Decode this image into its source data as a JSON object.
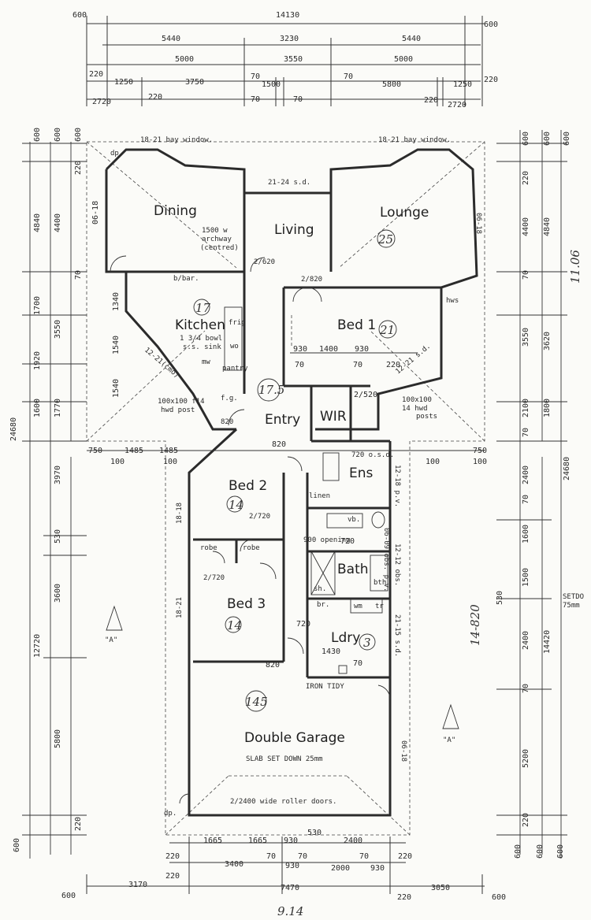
{
  "rooms": {
    "dining": "Dining",
    "living": "Living",
    "lounge": "Lounge",
    "kitchen": "Kitchen",
    "bed1": "Bed 1",
    "entry": "Entry",
    "wir": "WIR",
    "bed2": "Bed 2",
    "ens": "Ens",
    "bath": "Bath",
    "bed3": "Bed 3",
    "ldry": "Ldry",
    "garage": "Double Garage"
  },
  "area_marks": {
    "lounge": "25",
    "kitchen": "17",
    "bed1": "21",
    "entry": "17.5",
    "bed2": "14",
    "bed3": "14",
    "ldry": "3",
    "garage": "145"
  },
  "notes": {
    "bay_window_left": "18-21 bay window.",
    "bay_window_right": "18-21 bay window.",
    "living_door": "21-24 s.d.",
    "archway_1": "1500 w",
    "archway_2": "archway",
    "archway_3": "(centred)",
    "door_2_620": "2/620",
    "door_2_820": "2/820",
    "bbar": "b/bar.",
    "sink_1": "1 3/4 bowl",
    "sink_2": "s.s. sink",
    "frig": "frig",
    "wo": "wo",
    "mw": "mw",
    "pantry": "pantry",
    "kitchen_window": "12-21(cmo)",
    "post_left_1": "100x100 f14",
    "post_left_2": "hwd post",
    "post_right_1": "100x100",
    "post_right_2": "14 hwd",
    "post_right_3": "posts",
    "fg": "f.g.",
    "d820_entry": "820",
    "hws": "hws",
    "bed1_window": "12-21 s.d.",
    "ens_fw": "720 o.s.d.",
    "linen": "linen",
    "vb": "vb.",
    "bed2_door": "2/720",
    "robe_1": "robe",
    "robe_2": "robe",
    "opening": "900 opening",
    "sh": "sh.",
    "bth": "bth",
    "bed3_door": "2/720",
    "br": "br.",
    "wm": "wm",
    "tr": "tr",
    "iron_tidy": "IRON TIDY",
    "garage_door": "2/2400 wide roller doors.",
    "slab": "SLAB SET DOWN 25mm",
    "section_mark": "\"A\"",
    "setdown_1": "SETDO",
    "setdown_2": "75mm",
    "wall_length": "14-820",
    "handwritten_top_right": "11.06",
    "handwritten_bottom": "9.14",
    "dp_1": "dp.",
    "dp_2": "dp.",
    "w_12_12": "12-12 obs.",
    "w_06_09": "06-09 obs. p.v.",
    "w_12_18": "12-18 p.v.",
    "w_21_15": "21-15 s.d.",
    "w_06_18_right": "06-18",
    "w_06_18_left": "06-18",
    "w_18_18": "18-18",
    "w_18_21": "18-21",
    "w_06_18_garage": "06-18"
  },
  "dims_top": {
    "row1": [
      "600",
      "14130",
      "600"
    ],
    "row2": [
      "5440",
      "3230",
      "5440"
    ],
    "row3": [
      "220",
      "5000",
      "3550",
      "5000"
    ],
    "row4": [
      "1250",
      "3750",
      "70",
      "1500",
      "70",
      "5800",
      "1250",
      "220"
    ],
    "row5": [
      "2720",
      "220",
      "70",
      "70",
      "220",
      "2720"
    ]
  },
  "dims_left": [
    "600",
    "600",
    "600",
    "220",
    "4400",
    "4840",
    "06-18",
    "70",
    "1700",
    "1340",
    "3550",
    "1920",
    "1540",
    "1600",
    "1770",
    "1540",
    "24680",
    "3970",
    "530",
    "3600",
    "12720",
    "5800",
    "220",
    "600"
  ],
  "dims_right": [
    "600",
    "600",
    "600",
    "220",
    "4400",
    "4840",
    "70",
    "3550",
    "3620",
    "2100",
    "1800",
    "70",
    "24680",
    "2400",
    "70",
    "1600",
    "1500",
    "530",
    "2400",
    "14420",
    "70",
    "5200",
    "220",
    "600",
    "600",
    "600"
  ],
  "dims_mid": [
    "930",
    "1400",
    "930",
    "70",
    "70",
    "220",
    "750",
    "1485",
    "1485",
    "750",
    "100",
    "100",
    "100",
    "100",
    "820",
    "820",
    "1430",
    "70",
    "720",
    "720",
    "2/520"
  ],
  "dims_bottom": {
    "row1": [
      "220",
      "1665",
      "1665",
      "930",
      "530",
      "2400",
      "220"
    ],
    "row2": [
      "220",
      "3400",
      "70",
      "70",
      "930",
      "2000",
      "70",
      "930"
    ],
    "row3": [
      "600",
      "3170",
      "7470",
      "220",
      "3050",
      "600"
    ]
  }
}
